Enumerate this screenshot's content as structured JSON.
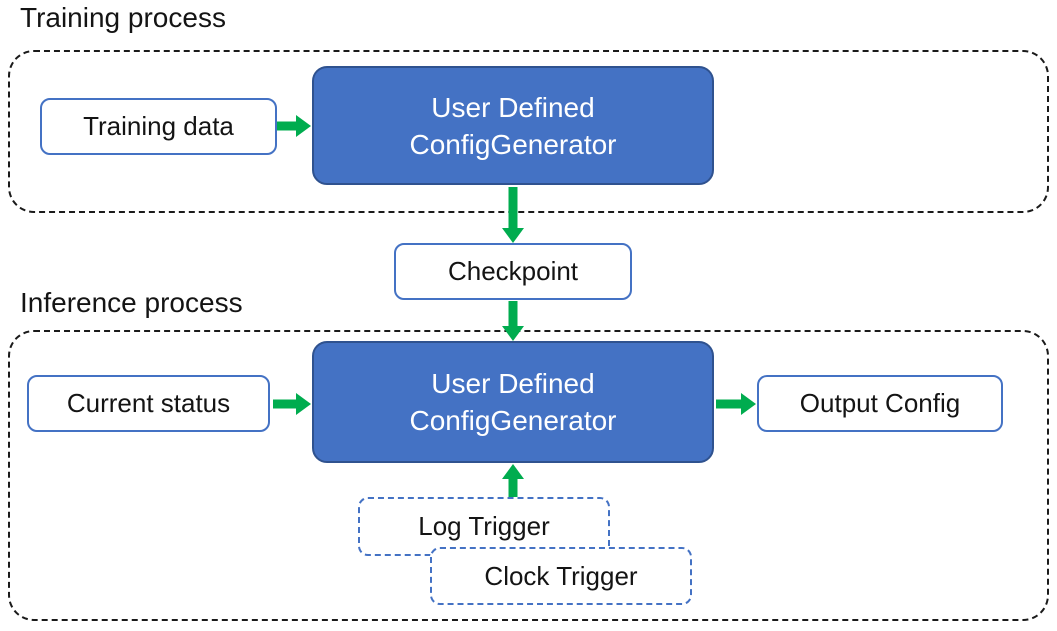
{
  "diagram": {
    "training": {
      "title": "Training process",
      "input_label": "Training data",
      "generator_line1": "User Defined",
      "generator_line2": "ConfigGenerator"
    },
    "checkpoint_label": "Checkpoint",
    "inference": {
      "title": "Inference process",
      "input_label": "Current status",
      "generator_line1": "User Defined",
      "generator_line2": "ConfigGenerator",
      "output_label": "Output Config",
      "log_trigger_label": "Log Trigger",
      "clock_trigger_label": "Clock Trigger"
    },
    "colors": {
      "generator_fill": "#4472C4",
      "generator_border": "#2F528F",
      "box_border": "#4472C4",
      "arrow_green": "#00AC4F",
      "container_border": "#1a1a1a",
      "text_dark": "#141414",
      "text_light": "#ffffff",
      "canvas_bg": "#ffffff"
    }
  }
}
